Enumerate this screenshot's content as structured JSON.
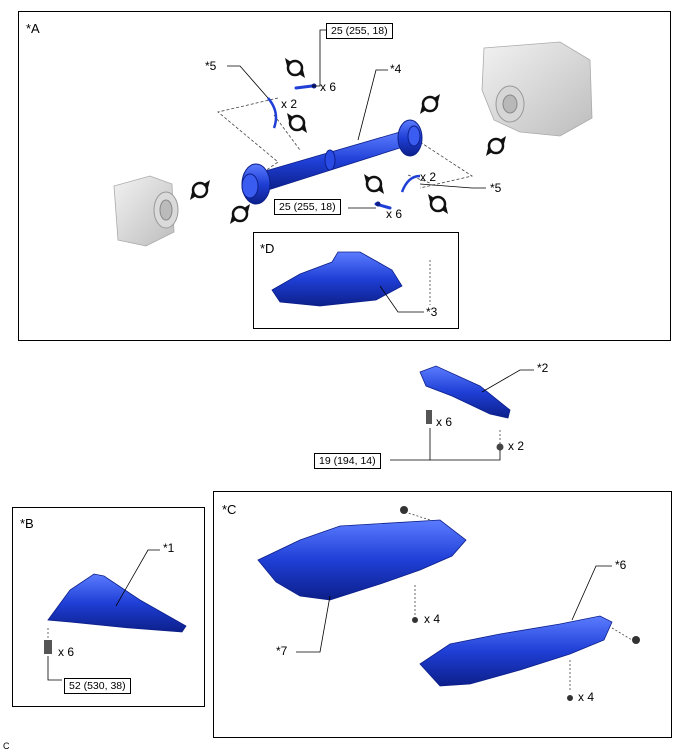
{
  "views": {
    "A": {
      "label": "*A"
    },
    "B": {
      "label": "*B"
    },
    "C": {
      "label": "*C"
    },
    "D": {
      "label": "*D"
    }
  },
  "callouts": {
    "c1": "*1",
    "c2": "*2",
    "c3": "*3",
    "c4": "*4",
    "c5a": "*5",
    "c5b": "*5",
    "c6": "*6",
    "c7": "*7"
  },
  "torques": {
    "shaft_front": "25 (255, 18)",
    "shaft_rear": "25 (255, 18)",
    "bracket": "19 (194, 14)",
    "cover_b": "52 (530, 38)"
  },
  "quantities": {
    "bolts_front": "x 6",
    "washer_front": "x 2",
    "washer_rear": "x 2",
    "bolts_rear": "x 6",
    "bracket_bolts": "x 6",
    "bracket_clips": "x 2",
    "cover_b_bolts": "x 6",
    "cover_c1_bolts": "x 4",
    "cover_c2_bolts": "x 4"
  },
  "footer_code": "C",
  "colors": {
    "part_blue": "#1f3fd6",
    "part_dark": "#0c1f8a",
    "ghost_gray": "#cfcfcf"
  }
}
